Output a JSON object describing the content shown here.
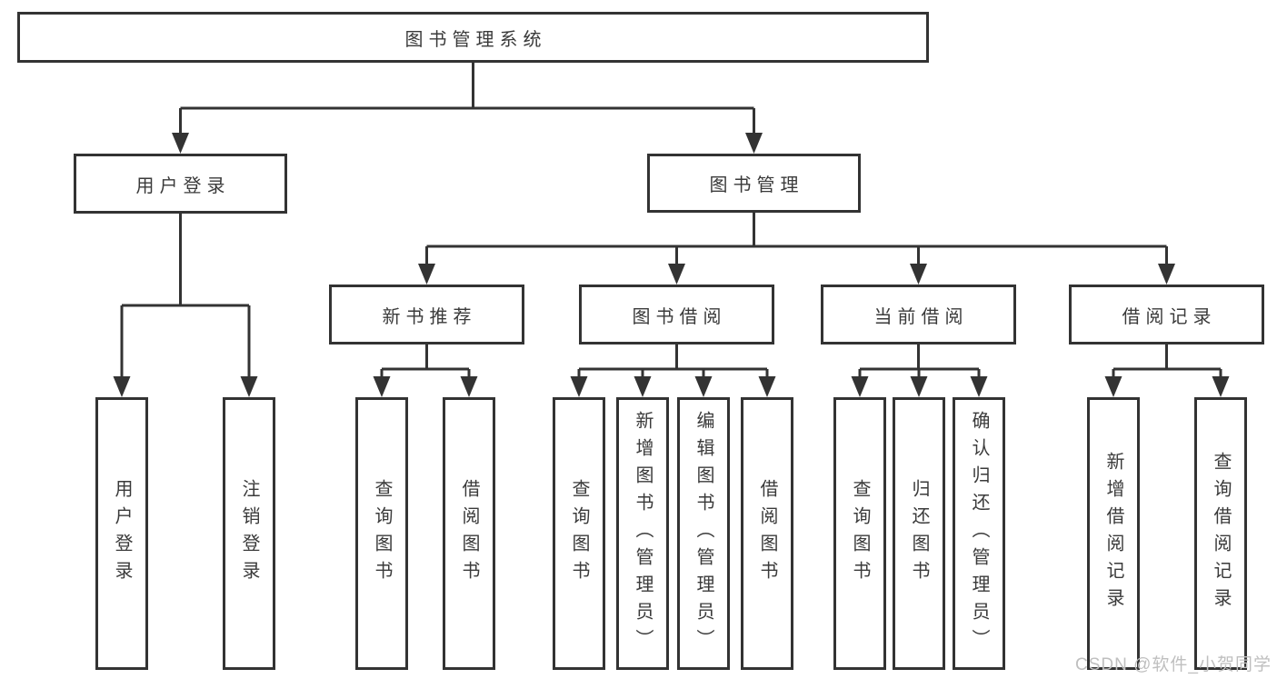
{
  "diagram": {
    "root": {
      "label": "图书管理系统"
    },
    "level2": [
      {
        "id": "user-login",
        "label": "用户登录",
        "children": [
          {
            "label": "用户登录"
          },
          {
            "label": "注销登录"
          }
        ]
      },
      {
        "id": "book-management",
        "label": "图书管理",
        "children": [
          {
            "id": "new-book-recommend",
            "label": "新书推荐",
            "children": [
              {
                "label": "查询图书"
              },
              {
                "label": "借阅图书"
              }
            ]
          },
          {
            "id": "book-borrowing",
            "label": "图书借阅",
            "children": [
              {
                "label": "查询图书"
              },
              {
                "label": "新增图书（管理员）"
              },
              {
                "label": "编辑图书（管理员）"
              },
              {
                "label": "借阅图书"
              }
            ]
          },
          {
            "id": "current-borrowing",
            "label": "当前借阅",
            "children": [
              {
                "label": "查询图书"
              },
              {
                "label": "归还图书"
              },
              {
                "label": "确认归还（管理员）"
              }
            ]
          },
          {
            "id": "borrowing-records",
            "label": "借阅记录",
            "children": [
              {
                "label": "新增借阅记录"
              },
              {
                "label": "查询借阅记录"
              }
            ]
          }
        ]
      }
    ],
    "watermark": "CSDN @软件_小贺同学"
  },
  "style": {
    "page-bg": "#ffffff",
    "line-color": "#333333",
    "text-color": "#3a3a3a",
    "watermark-color": "#bfbfbf"
  }
}
